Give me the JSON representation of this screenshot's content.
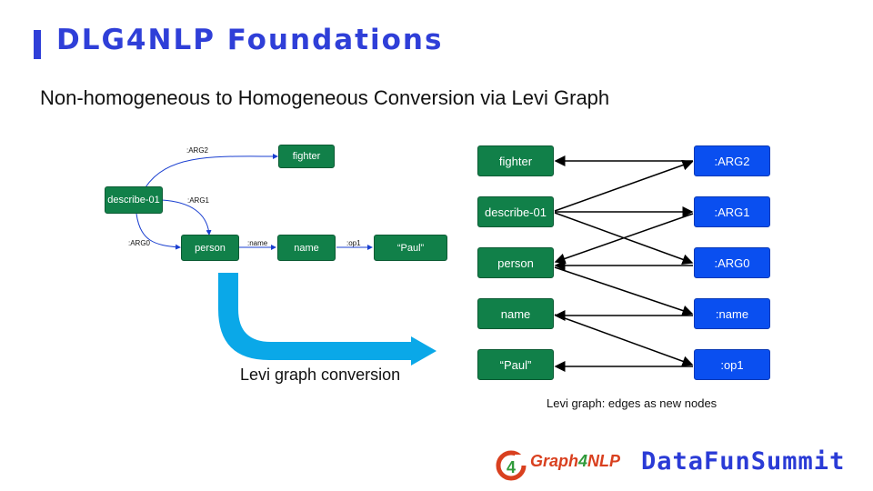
{
  "title": "DLG4NLP Foundations",
  "subtitle": "Non-homogeneous to Homogeneous Conversion via Levi Graph",
  "amr_graph": {
    "nodes": {
      "fighter": "fighter",
      "describe": "describe-01",
      "person": "person",
      "name": "name",
      "paul": "“Paul”"
    },
    "edges": {
      "arg2": ":ARG2",
      "arg1": ":ARG1",
      "arg0": ":ARG0",
      "name": ":name",
      "op1": ":op1"
    }
  },
  "conversion_label": "Levi graph conversion",
  "levi_graph": {
    "left_nodes": [
      "fighter",
      "describe-01",
      "person",
      "name",
      "“Paul”"
    ],
    "right_nodes": [
      ":ARG2",
      ":ARG1",
      ":ARG0",
      ":name",
      ":op1"
    ],
    "caption": "Levi graph: edges as new nodes"
  },
  "branding": {
    "logo_text_a": "Graph",
    "logo_text_b": "4",
    "logo_text_c": "NLP",
    "summit": "DataFunSummit",
    "logo_mark": "4"
  },
  "colors": {
    "node_green": "#118049",
    "node_blue": "#0a4ff0",
    "title_blue": "#2f3fd8",
    "arrow_cyan": "#0aa8e8"
  }
}
